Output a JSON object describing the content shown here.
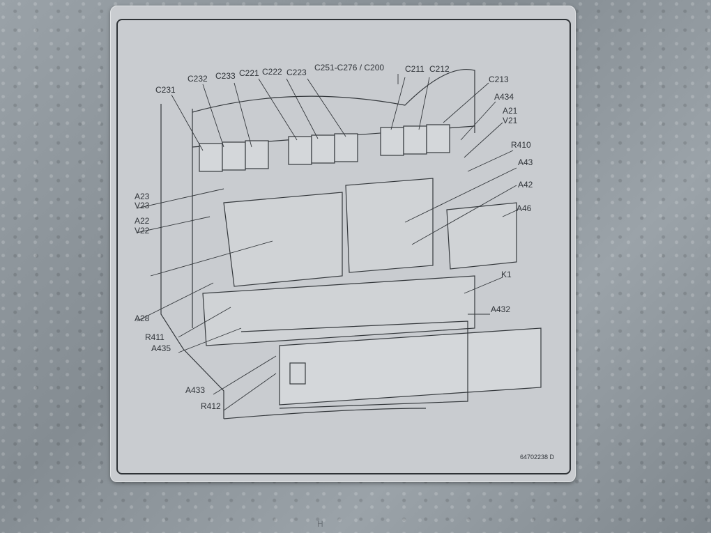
{
  "scene": {
    "description": "Photo of a grey label plate on galvanized steel showing an exploded drawing of electronic control cabinet components",
    "background_color": "#8e969c",
    "plate_color": "#c9ccd0",
    "line_color": "#2f3338"
  },
  "labels": {
    "top": [
      "C231",
      "C232",
      "C233",
      "C221",
      "C222",
      "C223",
      "C251-C276 / C200",
      "C211",
      "C212",
      "C213"
    ],
    "right": [
      "A434",
      "A21",
      "V21",
      "R410",
      "A43",
      "A42",
      "A46",
      "K1",
      "A432"
    ],
    "left": [
      "A23",
      "V23",
      "A22",
      "V22",
      "A28",
      "R411",
      "A435",
      "A433",
      "R412"
    ]
  },
  "part_number": "64702238 D",
  "bottom_mark": "H"
}
